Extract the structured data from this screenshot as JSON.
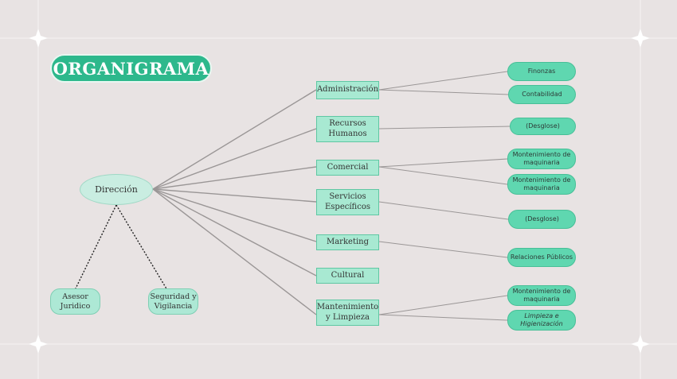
{
  "title": "ORGANIGRAMA",
  "root": "Dirección",
  "advisors": [
    "Asesor Juridico",
    "Seguridad y Vigilancia"
  ],
  "departments": [
    "Administración",
    "Recursos Humanos",
    "Comercial",
    "Servicios Específicos",
    "Marketing",
    "Cultural",
    "Mantenimiento y Limpieza"
  ],
  "subunits": [
    "Finonzas",
    "Contabilidad",
    "(Desglose)",
    "Montenimiento de maquinaria",
    "Montenimiento de maquinaria",
    "(Desglose)",
    "Relaciones Públicos",
    "Montenimiento de maquinaria",
    "Limpieza e Higienización"
  ],
  "colors": {
    "background": "#e8e3e3",
    "title_fill": "#2db88c",
    "department_fill": "#a8e9d2",
    "subunit_fill": "#5fd7b0",
    "connector": "#9a9696"
  }
}
